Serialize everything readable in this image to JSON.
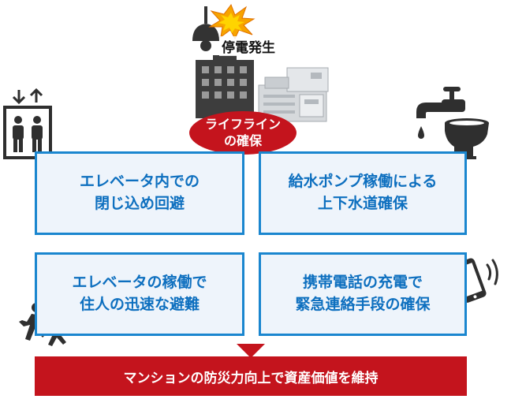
{
  "header": {
    "outage_label": "停電発生",
    "badge_line1": "ライフライン",
    "badge_line2": "の確保"
  },
  "boxes": [
    {
      "line1": "エレベータ内での",
      "line2": "閉じ込め回避"
    },
    {
      "line1": "給水ポンプ稼働による",
      "line2": "上下水道確保"
    },
    {
      "line1": "エレベータの稼働で",
      "line2": "住人の迅速な避難"
    },
    {
      "line1": "携帯電話の充電で",
      "line2": "緊急連絡手段の確保"
    }
  ],
  "banner": {
    "text": "マンションの防災力向上で資産価値を維持"
  },
  "icons": [
    "elevator-icon",
    "faucet-icon",
    "toilet-icon",
    "smartphone-icon",
    "running-people-icon",
    "building-icon",
    "generator-icon",
    "lamp-icon",
    "explosion-icon"
  ],
  "colors": {
    "box_border": "#1a86cf",
    "box_fill": "#eef4fb",
    "box_text": "#0d6fbf",
    "accent_red": "#c4141d",
    "icon_dark": "#2f2f2f"
  }
}
